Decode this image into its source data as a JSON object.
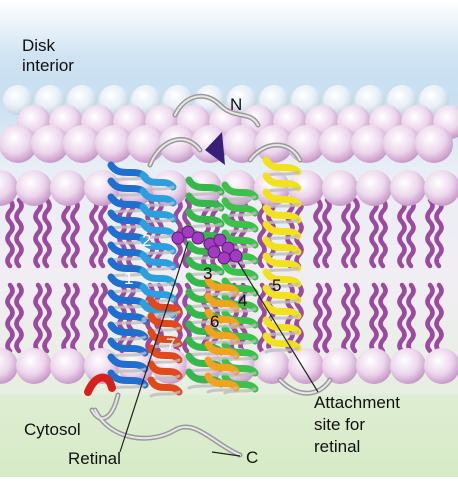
{
  "labels": {
    "disk_interior": "Disk\ninterior",
    "n_terminus": "N",
    "c_terminus": "C",
    "cytosol": "Cytosol",
    "retinal": "Retinal",
    "attachment_site": "Attachment\nsite for\nretinal"
  },
  "helices": [
    {
      "number": "1",
      "color": "#1f6fd1"
    },
    {
      "number": "2",
      "color": "#2aa0e0"
    },
    {
      "number": "3",
      "color": "#35b84a"
    },
    {
      "number": "4",
      "color": "#3cc24a"
    },
    {
      "number": "5",
      "color": "#f2e21d"
    },
    {
      "number": "6",
      "color": "#f2a21d"
    },
    {
      "number": "7",
      "color": "#e04a1a"
    }
  ],
  "colors": {
    "background_top": "#bcd8ef",
    "lipid_head": "#e7c3e6",
    "lipid_tail": "#9b4aa0",
    "cytosol_band": "#d9ecc8",
    "retinal": "#a23ac4"
  }
}
